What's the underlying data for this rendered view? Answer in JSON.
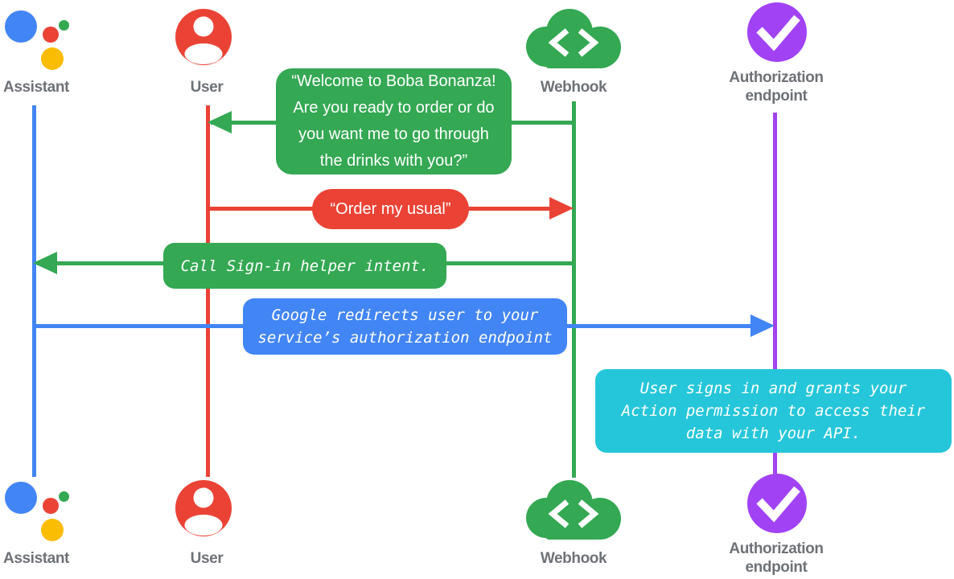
{
  "diagram": {
    "kind": "sequence-diagram",
    "background": "#FFFFFF"
  },
  "actors": [
    {
      "id": "assistant",
      "label": "Assistant",
      "color": "#4285F4",
      "icon": "google-assistant-logo"
    },
    {
      "id": "user",
      "label": "User",
      "color": "#EA4335",
      "icon": "person-icon"
    },
    {
      "id": "webhook",
      "label": "Webhook",
      "color": "#34A853",
      "icon": "cloud-code-icon"
    },
    {
      "id": "authorization_endpoint",
      "label": "Authorization\nendpoint",
      "color": "#A142F4",
      "icon": "checkmark-circle-icon"
    }
  ],
  "messages": [
    {
      "from": "webhook",
      "to": "user",
      "kind": "speech",
      "color": "#34A853",
      "text": "“Welcome to Boba Bonanza!\nAre you ready to order or do\nyou want me to go through\nthe drinks with you?”"
    },
    {
      "from": "user",
      "to": "webhook",
      "kind": "speech",
      "color": "#EA4335",
      "text": "“Order my usual”"
    },
    {
      "from": "webhook",
      "to": "assistant",
      "kind": "instruction",
      "color": "#34A853",
      "text": "Call Sign-in helper intent."
    },
    {
      "from": "assistant",
      "to": "authorization_endpoint",
      "kind": "instruction",
      "color": "#4285F4",
      "text": "Google redirects user to your\nservice’s authorization endpoint"
    },
    {
      "on": "authorization_endpoint",
      "kind": "note",
      "color": "#26C6DA",
      "text": "User signs in and grants your\nAction permission to access their\ndata with your API."
    }
  ],
  "colors": {
    "google_blue": "#4285F4",
    "google_red": "#EA4335",
    "google_green": "#34A853",
    "google_yellow": "#FBBC04",
    "purple": "#A142F4",
    "cyan": "#26C6DA",
    "label_gray": "#6E7277",
    "bubble_text": "#FFFFFF"
  }
}
